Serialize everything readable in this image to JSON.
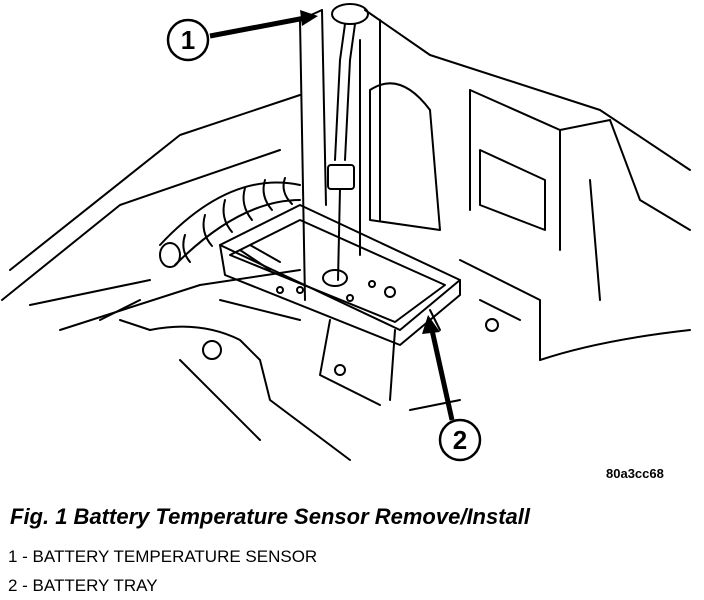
{
  "figure": {
    "code": "80a3cc68",
    "callouts": [
      {
        "number": "1"
      },
      {
        "number": "2"
      }
    ]
  },
  "caption": "Fig. 1 Battery Temperature Sensor Remove/Install",
  "legend": [
    {
      "number": "1",
      "label": "1 - BATTERY TEMPERATURE SENSOR"
    },
    {
      "number": "2",
      "label": "2 - BATTERY TRAY"
    }
  ]
}
